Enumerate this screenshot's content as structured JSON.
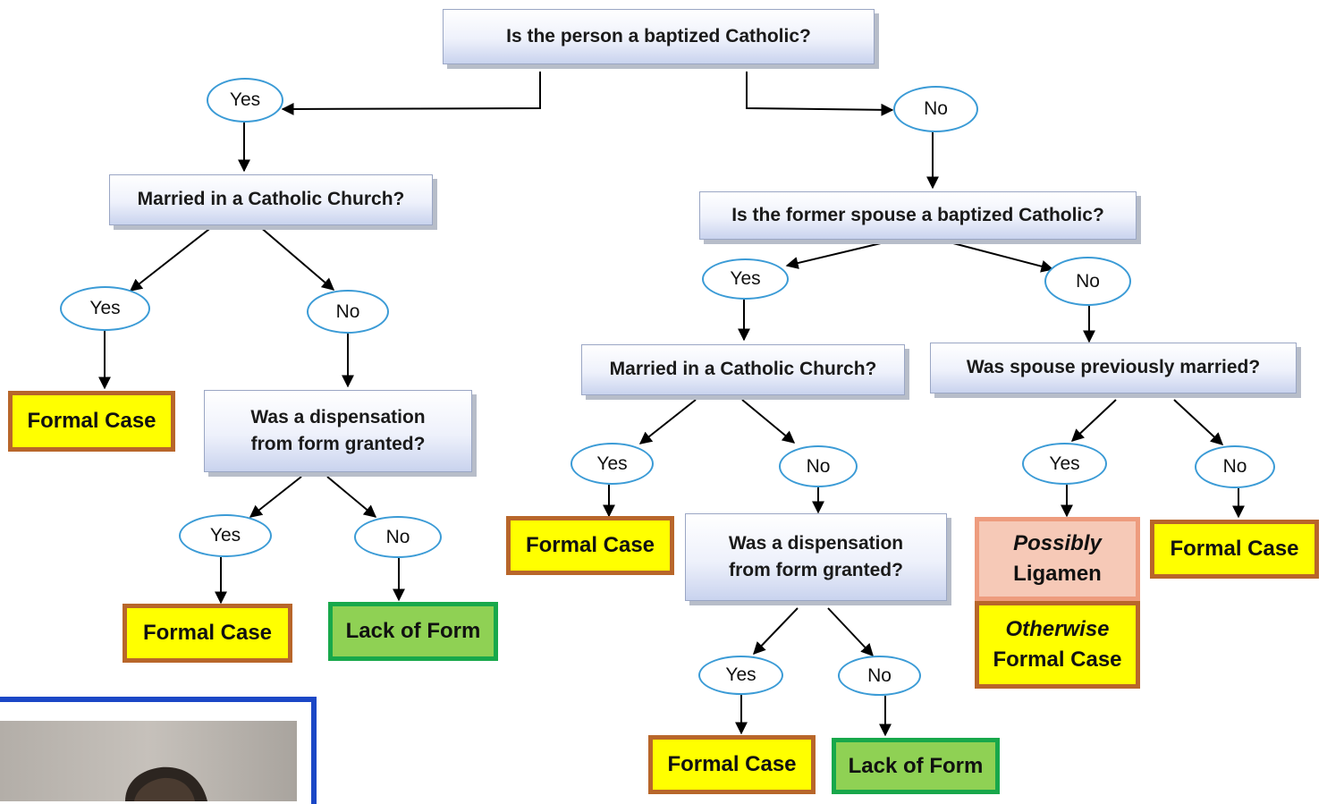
{
  "questions": {
    "q_baptized": "Is the person a  baptized Catholic?",
    "q_married_left": "Married in a Catholic Church?",
    "q_dispensation_left_1": "Was a dispensation",
    "q_dispensation_left_2": "from  form granted?",
    "q_former_spouse": "Is the former spouse a baptized Catholic?",
    "q_married_mid": "Married in a Catholic Church?",
    "q_spouse_prev": "Was spouse previously married?",
    "q_dispensation_mid_1": "Was a dispensation",
    "q_dispensation_mid_2": "from  form granted?"
  },
  "answers": {
    "yes": "Yes",
    "no": "No"
  },
  "results": {
    "formal_case": "Formal Case",
    "lack_of_form": "Lack of Form",
    "possibly": "Possibly",
    "ligamen": "Ligamen",
    "otherwise": "Otherwise",
    "otherwise_formal": "Formal Case"
  },
  "colors": {
    "formal_fill": "#ffff00",
    "formal_border": "#b8662a",
    "lack_fill": "#8fd154",
    "lack_border": "#18a84b",
    "ligamen_fill": "#f6c9b7",
    "ligamen_border": "#ee9c7e",
    "oval_border": "#3b9bd6",
    "photo_frame": "#1b47c6"
  }
}
